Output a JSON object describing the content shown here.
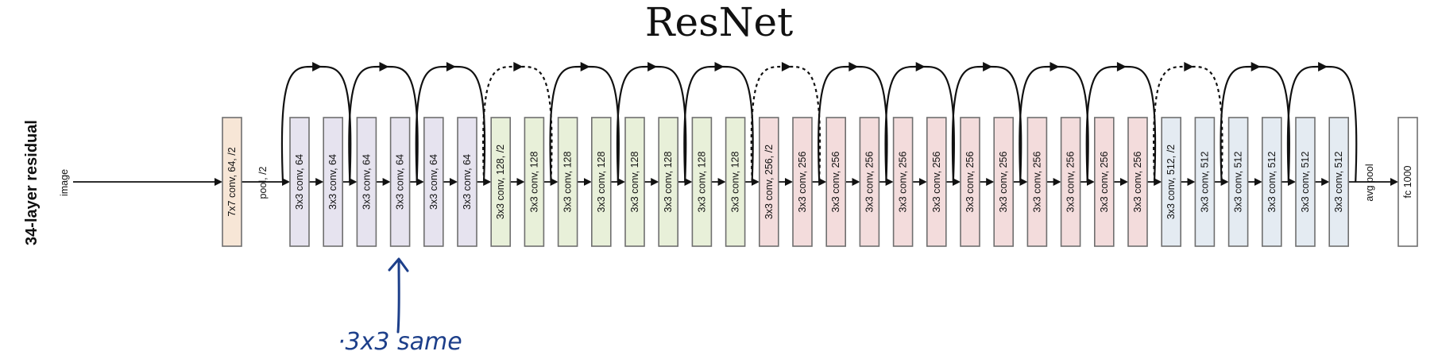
{
  "title": "ResNet",
  "side_label": "34-layer residual",
  "input_label": "image",
  "pool_label": "pool, /2",
  "avgpool_label": "avg pool",
  "annotation": "·3x3 same",
  "colors": {
    "stem": "#f7e6d6",
    "stage64": "#e6e3ef",
    "stage128": "#e8f0d9",
    "stage256": "#f3dcdc",
    "stage512": "#e4ebf2",
    "fc": "#ffffff",
    "annotation_ink": "#1d3f8a"
  },
  "stem": {
    "label": "7x7 conv, 64, /2",
    "color_key": "stem"
  },
  "blocks": [
    {
      "label": "3x3 conv, 64",
      "stage": "stage64"
    },
    {
      "label": "3x3 conv, 64",
      "stage": "stage64"
    },
    {
      "label": "3x3 conv, 64",
      "stage": "stage64"
    },
    {
      "label": "3x3 conv, 64",
      "stage": "stage64"
    },
    {
      "label": "3x3 conv, 64",
      "stage": "stage64"
    },
    {
      "label": "3x3 conv, 64",
      "stage": "stage64"
    },
    {
      "label": "3x3 conv, 128, /2",
      "stage": "stage128"
    },
    {
      "label": "3x3 conv, 128",
      "stage": "stage128"
    },
    {
      "label": "3x3 conv, 128",
      "stage": "stage128"
    },
    {
      "label": "3x3 conv, 128",
      "stage": "stage128"
    },
    {
      "label": "3x3 conv, 128",
      "stage": "stage128"
    },
    {
      "label": "3x3 conv, 128",
      "stage": "stage128"
    },
    {
      "label": "3x3 conv, 128",
      "stage": "stage128"
    },
    {
      "label": "3x3 conv, 128",
      "stage": "stage128"
    },
    {
      "label": "3x3 conv, 256, /2",
      "stage": "stage256"
    },
    {
      "label": "3x3 conv, 256",
      "stage": "stage256"
    },
    {
      "label": "3x3 conv, 256",
      "stage": "stage256"
    },
    {
      "label": "3x3 conv, 256",
      "stage": "stage256"
    },
    {
      "label": "3x3 conv, 256",
      "stage": "stage256"
    },
    {
      "label": "3x3 conv, 256",
      "stage": "stage256"
    },
    {
      "label": "3x3 conv, 256",
      "stage": "stage256"
    },
    {
      "label": "3x3 conv, 256",
      "stage": "stage256"
    },
    {
      "label": "3x3 conv, 256",
      "stage": "stage256"
    },
    {
      "label": "3x3 conv, 256",
      "stage": "stage256"
    },
    {
      "label": "3x3 conv, 256",
      "stage": "stage256"
    },
    {
      "label": "3x3 conv, 256",
      "stage": "stage256"
    },
    {
      "label": "3x3 conv, 512, /2",
      "stage": "stage512"
    },
    {
      "label": "3x3 conv, 512",
      "stage": "stage512"
    },
    {
      "label": "3x3 conv, 512",
      "stage": "stage512"
    },
    {
      "label": "3x3 conv, 512",
      "stage": "stage512"
    },
    {
      "label": "3x3 conv, 512",
      "stage": "stage512"
    },
    {
      "label": "3x3 conv, 512",
      "stage": "stage512"
    }
  ],
  "fc": {
    "label": "fc 1000",
    "color_key": "fc"
  },
  "skip_connections": [
    {
      "from": 0,
      "to": 1,
      "style": "solid"
    },
    {
      "from": 2,
      "to": 3,
      "style": "solid"
    },
    {
      "from": 4,
      "to": 5,
      "style": "solid"
    },
    {
      "from": 6,
      "to": 7,
      "style": "dashed"
    },
    {
      "from": 8,
      "to": 9,
      "style": "solid"
    },
    {
      "from": 10,
      "to": 11,
      "style": "solid"
    },
    {
      "from": 12,
      "to": 13,
      "style": "solid"
    },
    {
      "from": 14,
      "to": 15,
      "style": "dashed"
    },
    {
      "from": 16,
      "to": 17,
      "style": "solid"
    },
    {
      "from": 18,
      "to": 19,
      "style": "solid"
    },
    {
      "from": 20,
      "to": 21,
      "style": "solid"
    },
    {
      "from": 22,
      "to": 23,
      "style": "solid"
    },
    {
      "from": 24,
      "to": 25,
      "style": "solid"
    },
    {
      "from": 26,
      "to": 27,
      "style": "dashed"
    },
    {
      "from": 28,
      "to": 29,
      "style": "solid"
    },
    {
      "from": 30,
      "to": 31,
      "style": "solid"
    }
  ],
  "annotation_points_to_block": 3
}
